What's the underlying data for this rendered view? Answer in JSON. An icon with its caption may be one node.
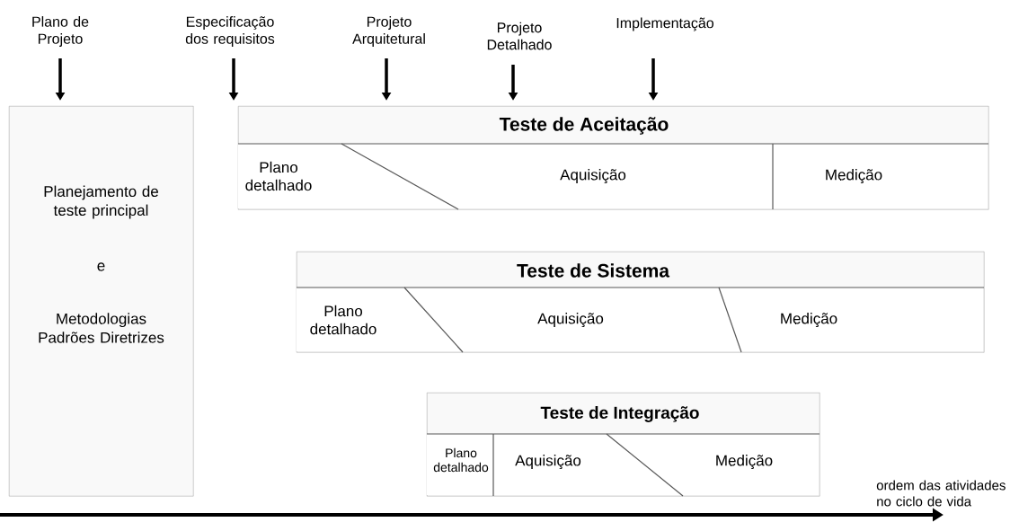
{
  "diagram": {
    "nodes": [
      {
        "text": [
          "Plano de Projeto"
        ]
      },
      {
        "text": [
          "Especificação dos requisitos"
        ]
      },
      {
        "text": [
          "Projeto Arquitetural"
        ]
      },
      {
        "text": [
          "Projeto Detalhado"
        ]
      },
      {
        "text": [
          "Implementação"
        ]
      },
      {
        "text": [
          "Planejamento de teste principal",
          "e",
          "Metodologias Padrões Diretrizes"
        ]
      },
      {
        "text": [
          "Teste de Aceitação"
        ]
      },
      {
        "text": [
          "Plano detalhado"
        ],
        "in": 6
      },
      {
        "text": [
          "Aquisição"
        ],
        "in": 6
      },
      {
        "text": [
          "Medição"
        ],
        "in": 6
      },
      {
        "text": [
          "Teste de Sistema"
        ]
      },
      {
        "text": [
          "Plano detalhado"
        ],
        "in": 10
      },
      {
        "text": [
          "Aquisição"
        ],
        "in": 10
      },
      {
        "text": [
          "Medição"
        ],
        "in": 10
      },
      {
        "text": [
          "Teste de Integração"
        ]
      },
      {
        "text": [
          "Plano detalhado"
        ],
        "in": 14
      },
      {
        "text": [
          "Aquisição"
        ],
        "in": 14
      },
      {
        "text": [
          "Medição"
        ],
        "in": 14
      }
    ],
    "edges": [
      {
        "from": 0,
        "to": 5,
        "arrow": "to"
      },
      {
        "from": 1,
        "to": 6,
        "arrow": "to"
      },
      {
        "from": 2,
        "to": 6,
        "arrow": "to"
      },
      {
        "from": 3,
        "to": 6,
        "arrow": "to"
      },
      {
        "from": 4,
        "to": 6,
        "arrow": "to"
      }
    ],
    "labels": [
      "ordem das atividades no ciclo de vida"
    ]
  }
}
